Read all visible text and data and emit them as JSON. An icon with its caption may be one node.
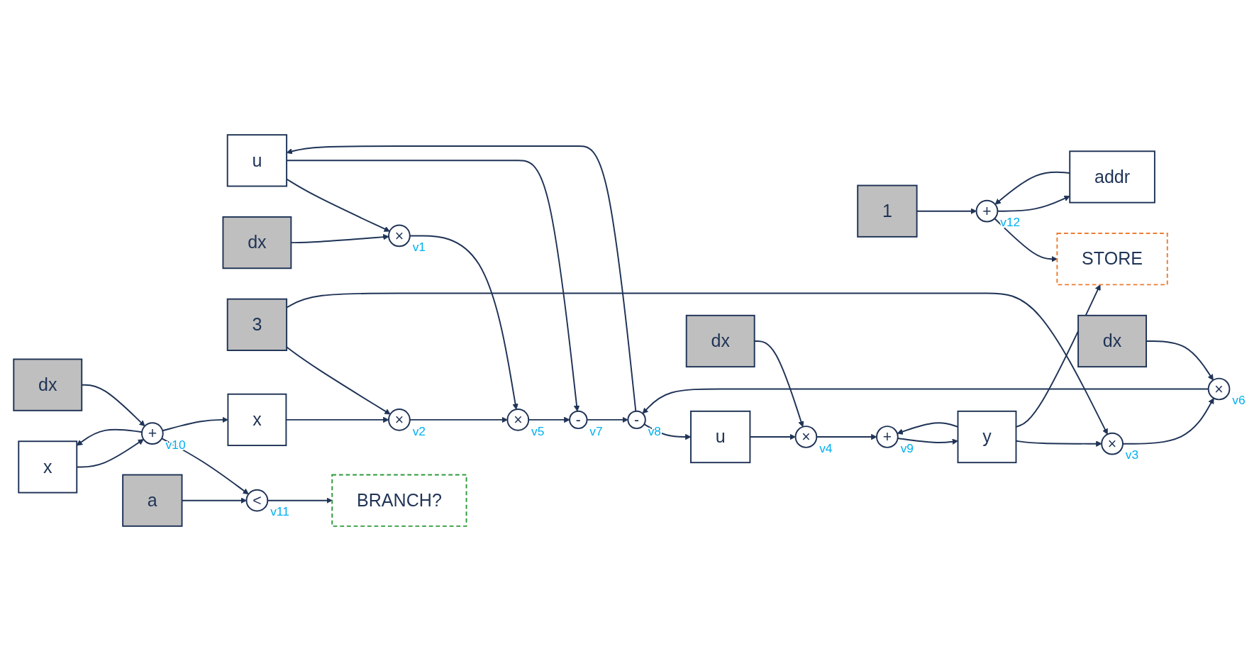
{
  "diagram": {
    "nodes": [
      {
        "text": [
          "u"
        ]
      },
      {
        "text": [
          "dx"
        ]
      },
      {
        "text": [
          "3"
        ]
      },
      {
        "text": [
          "x"
        ]
      },
      {
        "text": [
          "u"
        ]
      },
      {
        "text": [
          "dx"
        ]
      },
      {
        "text": [
          "x"
        ]
      },
      {
        "text": [
          "dx"
        ]
      },
      {
        "text": [
          "1"
        ]
      },
      {
        "text": [
          "addr"
        ]
      },
      {
        "text": [
          "×"
        ],
        "beside": [
          "v1"
        ]
      },
      {
        "text": [
          "×"
        ],
        "beside": [
          "v2"
        ]
      },
      {
        "text": [
          "×"
        ],
        "beside": [
          "v4"
        ]
      },
      {
        "text": [
          "+"
        ],
        "beside": [
          "v10"
        ]
      },
      {
        "text": [
          "+"
        ],
        "beside": [
          "v12"
        ]
      },
      {
        "text": [
          "×"
        ],
        "beside": [
          "v5"
        ]
      },
      {
        "text": [
          "y"
        ]
      },
      {
        "text": [
          "a"
        ]
      },
      {
        "text": [
          "×"
        ],
        "beside": [
          "v3"
        ]
      },
      {
        "text": [
          "+"
        ],
        "beside": [
          "v9"
        ]
      },
      {
        "text": [
          "dx"
        ]
      },
      {
        "text": [
          "<"
        ],
        "beside": [
          "v11"
        ]
      },
      {
        "text": [
          "-"
        ],
        "beside": [
          "v7"
        ]
      },
      {
        "text": [
          "×"
        ],
        "beside": [
          "v6"
        ]
      },
      {
        "text": [
          "STORE"
        ]
      },
      {
        "text": [
          "-"
        ],
        "beside": [
          "v8"
        ]
      },
      {
        "text": [
          "BRANCH?"
        ]
      }
    ],
    "edges": [
      {
        "from": 0,
        "to": 10,
        "arrow": "to"
      },
      {
        "from": 1,
        "to": 10,
        "arrow": "to"
      },
      {
        "from": 2,
        "to": 11,
        "arrow": "to"
      },
      {
        "from": 3,
        "to": 11,
        "arrow": "to"
      },
      {
        "from": 4,
        "to": 12,
        "arrow": "to"
      },
      {
        "from": 5,
        "to": 12,
        "arrow": "to"
      },
      {
        "from": 6,
        "to": 13,
        "arrow": "to"
      },
      {
        "from": 7,
        "to": 13,
        "arrow": "to"
      },
      {
        "from": 8,
        "to": 14,
        "arrow": "to"
      },
      {
        "from": 9,
        "to": 14,
        "arrow": "to"
      },
      {
        "from": 10,
        "to": 15,
        "arrow": "to"
      },
      {
        "from": 11,
        "to": 15,
        "arrow": "to"
      },
      {
        "from": 0,
        "to": 22,
        "arrow": "to"
      },
      {
        "from": 2,
        "to": 18,
        "arrow": "to"
      },
      {
        "from": 16,
        "to": 18,
        "arrow": "to"
      },
      {
        "from": 16,
        "to": 19,
        "arrow": "to"
      },
      {
        "from": 12,
        "to": 19,
        "arrow": "to"
      },
      {
        "from": 16,
        "to": 24,
        "arrow": "to"
      },
      {
        "from": 13,
        "to": 21,
        "arrow": "to"
      },
      {
        "from": 17,
        "to": 21,
        "arrow": "to"
      },
      {
        "from": 21,
        "to": 26,
        "arrow": "to"
      },
      {
        "from": 14,
        "to": 24,
        "arrow": "to"
      },
      {
        "from": 15,
        "to": 22,
        "arrow": "to"
      },
      {
        "from": 18,
        "to": 23,
        "arrow": "to"
      },
      {
        "from": 20,
        "to": 23,
        "arrow": "to"
      },
      {
        "from": 22,
        "to": 25,
        "arrow": "to"
      },
      {
        "from": 23,
        "to": 25,
        "arrow": "to"
      },
      {
        "from": 25,
        "to": 0,
        "arrow": "to"
      },
      {
        "from": 25,
        "to": 4,
        "arrow": "to"
      },
      {
        "from": 13,
        "to": 6,
        "arrow": "to"
      },
      {
        "from": 13,
        "to": 3,
        "arrow": "to"
      },
      {
        "from": 19,
        "to": 16,
        "arrow": "to"
      },
      {
        "from": 14,
        "to": 9,
        "arrow": "to"
      }
    ]
  }
}
